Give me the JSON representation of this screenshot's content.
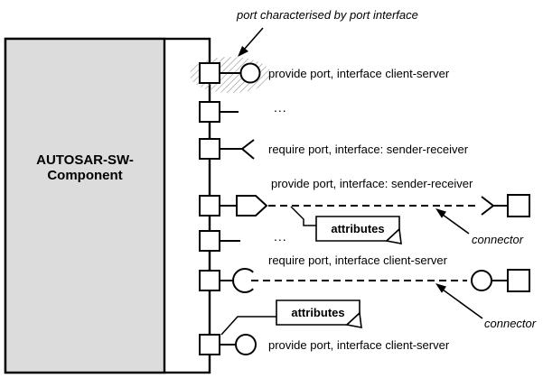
{
  "annotation": {
    "port_interface_note": "port characterised by port interface"
  },
  "component": {
    "name_line1": "AUTOSAR-SW-",
    "name_line2": "Component"
  },
  "ports": [
    {
      "kind": "provide-port-client-server",
      "label": "provide port, interface client-server"
    },
    {
      "kind": "ellipsis",
      "label": "..."
    },
    {
      "kind": "require-port-sender-receiver",
      "label": "require port, interface: sender-receiver"
    },
    {
      "kind": "provide-port-sender-receiver",
      "label": "provide port, interface: sender-receiver"
    },
    {
      "kind": "ellipsis",
      "label": "..."
    },
    {
      "kind": "require-port-client-server",
      "label": "require port, interface client-server"
    },
    {
      "kind": "provide-port-client-server",
      "label": "provide port, interface client-server"
    }
  ],
  "notes": {
    "note1": "attributes",
    "note2": "attributes"
  },
  "connectors": {
    "label1": "connector",
    "label2": "connector"
  },
  "colors": {
    "background": "#ffffff",
    "line": "#000000",
    "component_fill": "#dcdcdc",
    "hatch": "#999999",
    "shape_fill": "#ffffff"
  }
}
